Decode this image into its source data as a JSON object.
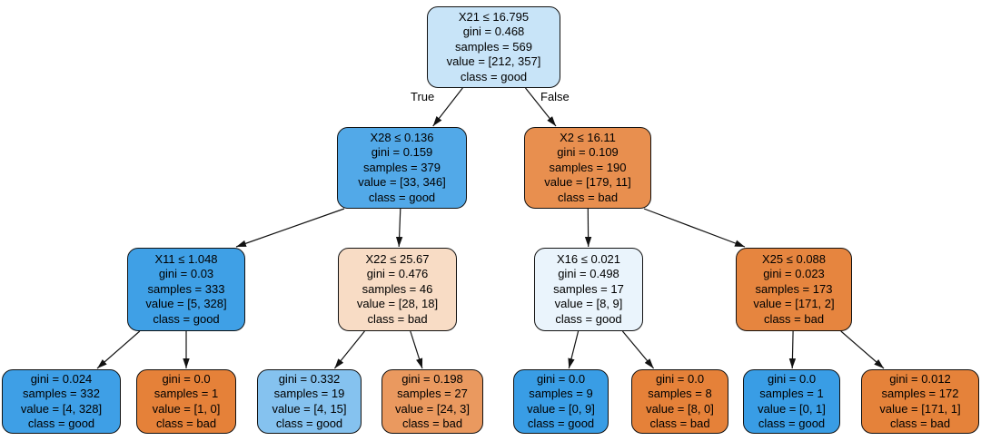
{
  "tree": {
    "edge_labels": {
      "true_label": "True",
      "false_label": "False"
    },
    "nodes": [
      {
        "id": "root",
        "color": "#c8e4f8",
        "lines": [
          "X21 ≤ 16.795",
          "gini = 0.468",
          "samples = 569",
          "value = [212, 357]",
          "class = good"
        ]
      },
      {
        "id": "n_l",
        "color": "#52a9e8",
        "lines": [
          "X28 ≤ 0.136",
          "gini = 0.159",
          "samples = 379",
          "value = [33, 346]",
          "class = good"
        ]
      },
      {
        "id": "n_r",
        "color": "#e88f4f",
        "lines": [
          "X2 ≤ 16.11",
          "gini = 0.109",
          "samples = 190",
          "value = [179, 11]",
          "class = bad"
        ]
      },
      {
        "id": "n_ll",
        "color": "#3fa0e6",
        "lines": [
          "X11 ≤ 1.048",
          "gini = 0.03",
          "samples = 333",
          "value = [5, 328]",
          "class = good"
        ]
      },
      {
        "id": "n_lr",
        "color": "#f8dcc5",
        "lines": [
          "X22 ≤ 25.67",
          "gini = 0.476",
          "samples = 46",
          "value = [28, 18]",
          "class = bad"
        ]
      },
      {
        "id": "n_rl",
        "color": "#eaf4fc",
        "lines": [
          "X16 ≤ 0.021",
          "gini = 0.498",
          "samples = 17",
          "value = [8, 9]",
          "class = good"
        ]
      },
      {
        "id": "n_rr",
        "color": "#e6853f",
        "lines": [
          "X25 ≤ 0.088",
          "gini = 0.023",
          "samples = 173",
          "value = [171, 2]",
          "class = bad"
        ]
      },
      {
        "id": "l1",
        "color": "#3e9fe6",
        "lines": [
          "gini = 0.024",
          "samples = 332",
          "value = [4, 328]",
          "class = good"
        ]
      },
      {
        "id": "l2",
        "color": "#e58139",
        "lines": [
          "gini = 0.0",
          "samples = 1",
          "value = [1, 0]",
          "class = bad"
        ]
      },
      {
        "id": "l3",
        "color": "#85c2ef",
        "lines": [
          "gini = 0.332",
          "samples = 19",
          "value = [4, 15]",
          "class = good"
        ]
      },
      {
        "id": "l4",
        "color": "#ea995f",
        "lines": [
          "gini = 0.198",
          "samples = 27",
          "value = [24, 3]",
          "class = bad"
        ]
      },
      {
        "id": "l5",
        "color": "#399de5",
        "lines": [
          "gini = 0.0",
          "samples = 9",
          "value = [0, 9]",
          "class = good"
        ]
      },
      {
        "id": "l6",
        "color": "#e58139",
        "lines": [
          "gini = 0.0",
          "samples = 8",
          "value = [8, 0]",
          "class = bad"
        ]
      },
      {
        "id": "l7",
        "color": "#399de5",
        "lines": [
          "gini = 0.0",
          "samples = 1",
          "value = [0, 1]",
          "class = good"
        ]
      },
      {
        "id": "l8",
        "color": "#e5823a",
        "lines": [
          "gini = 0.012",
          "samples = 172",
          "value = [171, 1]",
          "class = bad"
        ]
      }
    ]
  }
}
